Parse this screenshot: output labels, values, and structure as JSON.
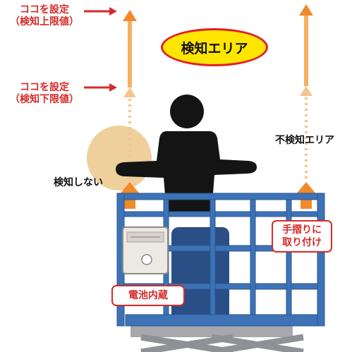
{
  "labels": {
    "upper_limit": [
      "ココを設定",
      "（検知上限値）"
    ],
    "lower_limit": [
      "ココを設定",
      "（検知下限値）"
    ],
    "detection_area": "検知エリア",
    "non_detection_area": "不検知エリア",
    "no_detection": "検知しない",
    "mounting": [
      "手摺りに",
      "取り付け"
    ],
    "battery": "電池内蔵"
  },
  "colors": {
    "arrow_orange": "#f08a2a",
    "pale_orange": "#f6c48f",
    "red": "#d62a2a",
    "ellipse_fill": "#ffe600",
    "ellipse_border": "#e0202a",
    "basket_blue": "#3d73b6",
    "lift_gray": "#a6a8ad",
    "person": "#141414",
    "circle_beige": "#efcf9c"
  },
  "icons": [
    "up-arrow-icon",
    "red-arrow-icon",
    "person-silhouette",
    "sensor-device",
    "basket-railing",
    "scissor-lift"
  ]
}
